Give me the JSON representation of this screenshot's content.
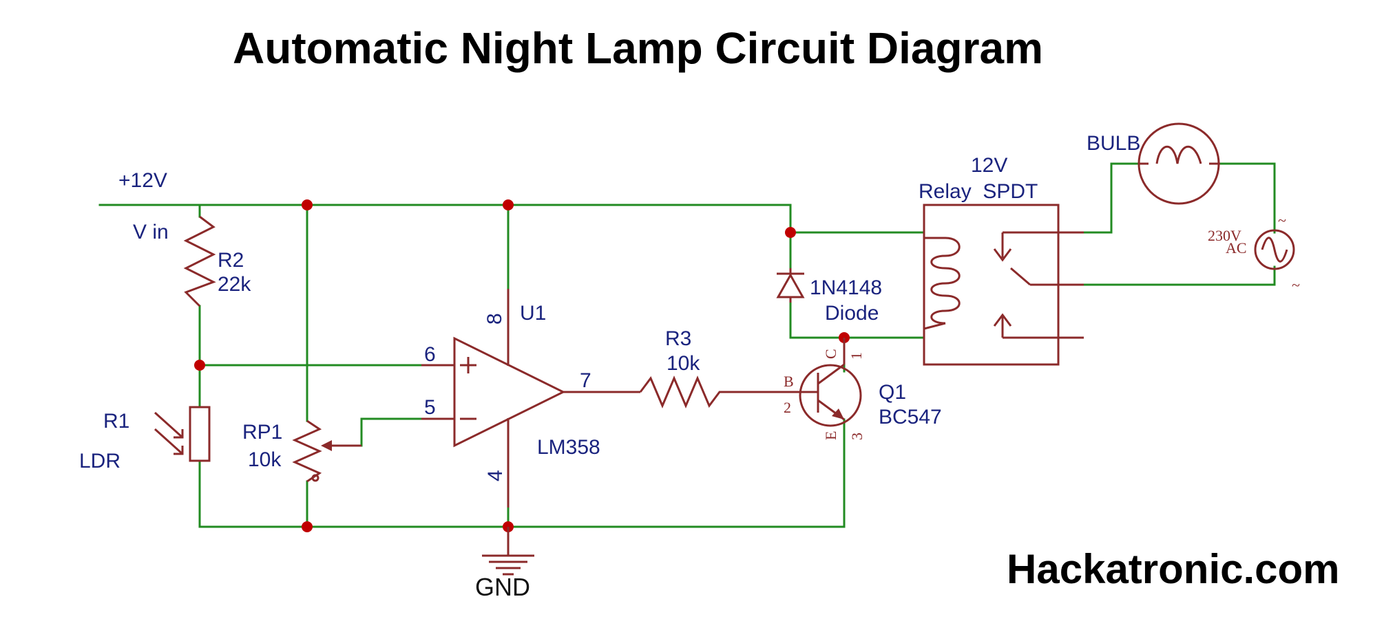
{
  "title": "Automatic Night Lamp Circuit Diagram",
  "watermark": "Hackatronic.com",
  "colors": {
    "wire": "#228b22",
    "component": "#8b2a2a",
    "junction": "#c00000",
    "label": "#1a237e"
  },
  "labels": {
    "supply": "+12V",
    "vin": "V in",
    "r2_name": "R2",
    "r2_value": "22k",
    "r1_name": "R1",
    "r1_type": "LDR",
    "rp1_name": "RP1",
    "rp1_value": "10k",
    "u1_name": "U1",
    "u1_part": "LM358",
    "pin8": "8",
    "pin6": "6",
    "pin5": "5",
    "pin7": "7",
    "pin4": "4",
    "r3_name": "R3",
    "r3_value": "10k",
    "d_part": "1N4148",
    "d_type": "Diode",
    "q1_name": "Q1",
    "q1_part": "BC547",
    "q_b": "B",
    "q_c": "C",
    "q_e": "E",
    "q_pin1": "1",
    "q_pin2": "2",
    "q_pin3": "3",
    "relay_v": "12V",
    "relay_type": "Relay  SPDT",
    "bulb": "BULB",
    "ac_v": "230V",
    "ac": "AC",
    "tilde1": "~",
    "tilde2": "~",
    "gnd": "GND"
  }
}
